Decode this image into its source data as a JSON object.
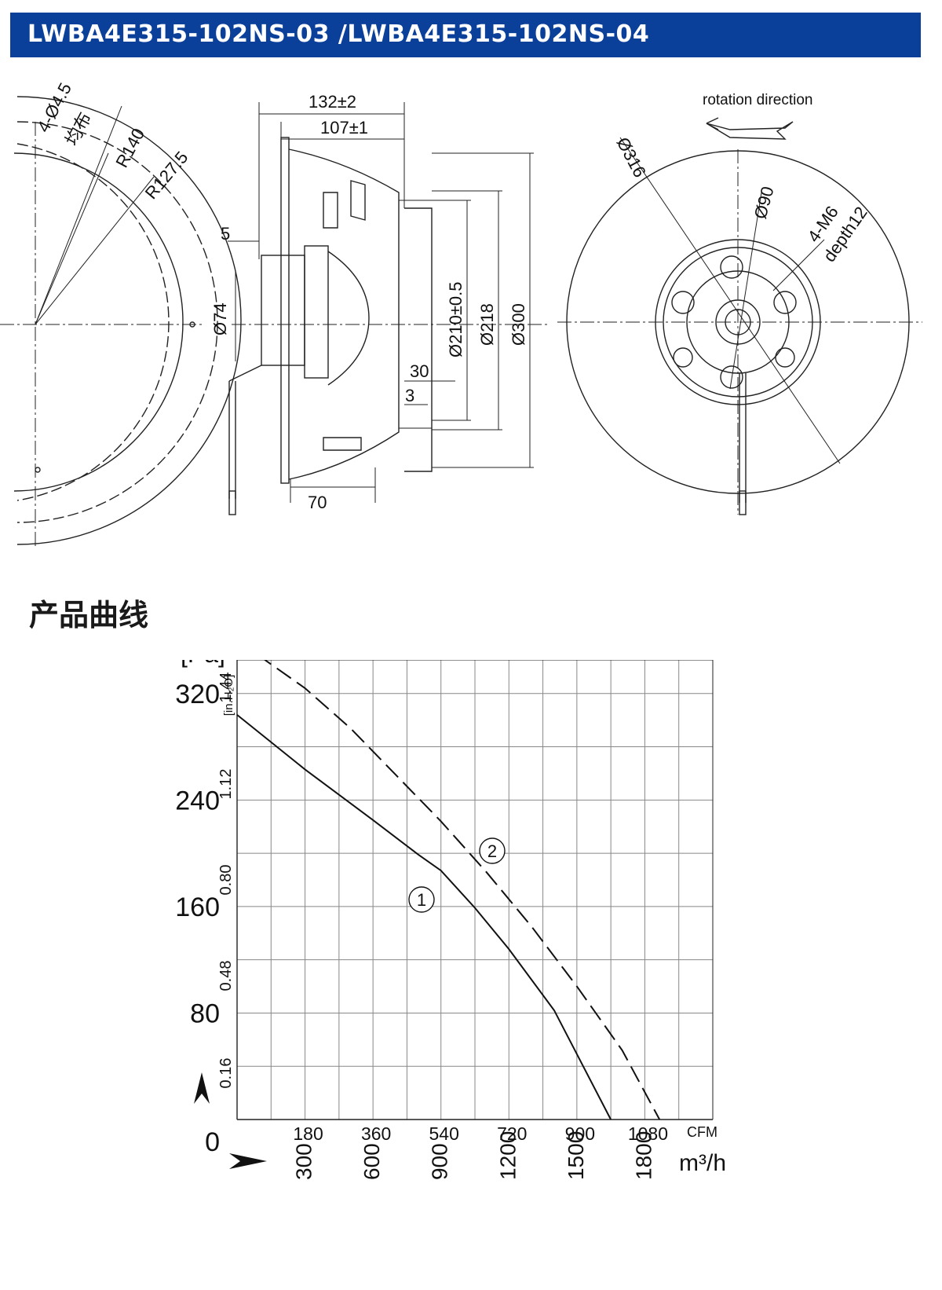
{
  "header": {
    "title": "LWBA4E315-102NS-03 /LWBA4E315-102NS-04"
  },
  "drawing": {
    "left_view": {
      "holes": "4-Ø4.5",
      "holes_note": "均布",
      "r_outer": "R140",
      "r_inner": "R127.5"
    },
    "side_view": {
      "d_total": "132±2",
      "d_body": "107±1",
      "d_flange": "5",
      "d_hub": "Ø74",
      "d_30": "30",
      "d_3": "3",
      "d_70": "70",
      "d_inlet": "Ø210±0.5",
      "d_218": "Ø218",
      "d_300": "Ø300"
    },
    "front_view": {
      "rotation": "rotation direction",
      "d_316": "Ø316",
      "d_90": "Ø90",
      "thread": "4-M6",
      "depth": "depth12"
    }
  },
  "section": {
    "title": "产品曲线"
  },
  "chart_data": {
    "type": "line",
    "xlabel": "m³/h",
    "xlabel_secondary": "CFM",
    "ylabel": "[Pa]",
    "ylabel_secondary": "[in.H₂O]",
    "xlim": [
      0,
      2100
    ],
    "ylim": [
      0,
      360
    ],
    "x_ticks": [
      300,
      600,
      900,
      1200,
      1500,
      1800
    ],
    "x_ticks_secondary": [
      180,
      360,
      540,
      720,
      900,
      1080
    ],
    "y_ticks": [
      0,
      80,
      160,
      240,
      320
    ],
    "y_ticks_secondary": [
      "0.16",
      "0.48",
      "0.80",
      "1.12",
      "1.44"
    ],
    "grid": true,
    "series": [
      {
        "name": "①",
        "style": "solid",
        "x": [
          0,
          300,
          600,
          800,
          900,
          1050,
          1200,
          1400,
          1650
        ],
        "y": [
          304,
          263,
          225,
          199,
          187,
          159,
          128,
          82,
          0
        ]
      },
      {
        "name": "②",
        "style": "dashed",
        "x": [
          0,
          300,
          500,
          700,
          900,
          1100,
          1300,
          1500,
          1700,
          1865
        ],
        "y": [
          360,
          324,
          294,
          259,
          224,
          186,
          145,
          100,
          52,
          0
        ]
      }
    ]
  }
}
